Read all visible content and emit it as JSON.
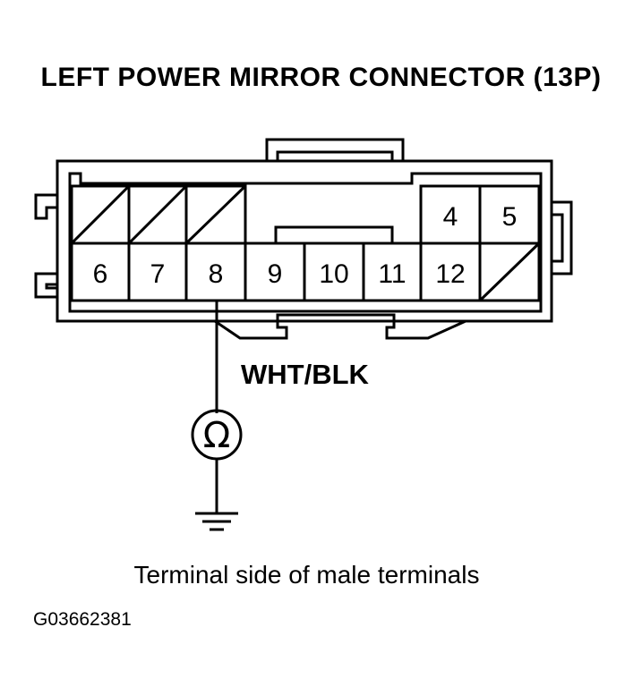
{
  "title": "LEFT POWER MIRROR CONNECTOR (13P)",
  "connector": {
    "top_row_pins": [
      "",
      "",
      "",
      "",
      "",
      "4",
      "5"
    ],
    "bottom_row_pins": [
      "6",
      "7",
      "8",
      "9",
      "10",
      "11",
      "12",
      ""
    ],
    "blank_cavities": 4
  },
  "wire": {
    "label": "WHT/BLK",
    "terminal": "8"
  },
  "meter": {
    "symbol": "Ω",
    "icon": "ohmmeter-icon"
  },
  "ground": {
    "icon": "ground-icon"
  },
  "caption": "Terminal side of male terminals",
  "figure_id": "G03662381"
}
